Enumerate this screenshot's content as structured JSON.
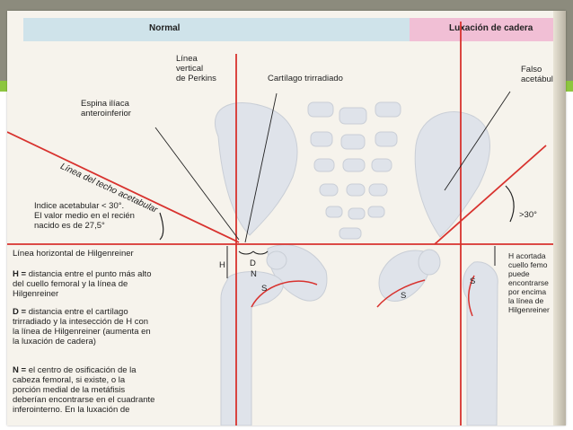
{
  "headers": {
    "normal": "Normal",
    "luxation": "Luxación de cadera"
  },
  "labels": {
    "perkins": [
      "Línea",
      "vertical",
      "de Perkins"
    ],
    "triradiate": "Cartílago trirradiado",
    "spine": [
      "Espina ilíaca",
      "anteroinferior"
    ],
    "roof_line": "Línea del techo acetabular",
    "false_acetabulum": [
      "Falso",
      "acetábulo"
    ],
    "angle_right": ">30°",
    "index": [
      "Indice acetabular < 30°.",
      "El valor medio en el recién",
      "nacido es de 27,5°"
    ],
    "hilgenreiner": "Línea horizontal de Hilgenreiner",
    "H_letter": "H",
    "D_letter": "D",
    "N_letter": "N",
    "S_letter": "S"
  },
  "definitions": {
    "H": {
      "key": "H =",
      "text": [
        " distancia entre el punto más alto",
        "del cuello femoral y la línea de",
        "Hilgenreiner"
      ]
    },
    "D": {
      "key": "D =",
      "text": [
        " distancia entre el cartílago",
        "trirradiado y la intesección de H con",
        "la línea de Hilgenreiner (aumenta en",
        "la luxación de cadera)"
      ]
    },
    "N": {
      "key": "N =",
      "text": [
        " el centro de osificación de la",
        "cabeza femoral, si existe, o la",
        "porción medial de la metáfisis",
        "deberían encontrarse en el cuadrante",
        "inferointerno. En la luxación de"
      ]
    }
  },
  "right_note": [
    "H acortada",
    "cuello femo",
    "puede",
    "encontrarse",
    "por encima",
    "la línea de",
    "Hilgenreiner"
  ],
  "colors": {
    "red_line": "#d8322e",
    "header_gray": "#8c8b7d",
    "accent_green": "#8dc63f",
    "normal_header": "#cfe3ea",
    "luxation_header": "#f1bfd5",
    "bone": "#dfe3ea"
  }
}
